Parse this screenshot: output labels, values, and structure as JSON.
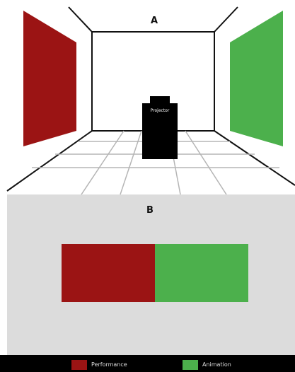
{
  "labels": {
    "a": "A",
    "b": "B",
    "projector": "Projector"
  },
  "colors": {
    "performance": "#9b1414",
    "animation": "#4cb04c",
    "projector": "#000000",
    "panel_background": "#dcdcdc",
    "legend_background": "#000000"
  },
  "legend": {
    "performance": "Performance",
    "animation": "Animation"
  }
}
